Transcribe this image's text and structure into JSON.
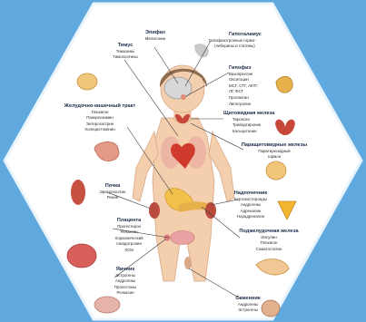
{
  "labels": {
    "epiphysis": {
      "title": "Эпифиз",
      "lines": [
        "Мелатонин"
      ]
    },
    "hypothalamus": {
      "title": "Гипоталамус",
      "lines": [
        "Гипофизотропные гормо-",
        "(либерины и статины)"
      ]
    },
    "thymus": {
      "title": "Тимус",
      "lines": [
        "Тимозины",
        "Тимопоэтины"
      ]
    },
    "hypophysis": {
      "title": "Гипофиз",
      "lines": [
        "Вазопрессин",
        "Окситоцин",
        "МСГ, СТГ, АКТГ,",
        "ЛГ, ФСГ",
        "Пролактин",
        "Липотропин"
      ]
    },
    "gi_tract": {
      "title": "Желудочно-кишечный тракт",
      "lines": [
        "Глюкагон",
        "Панкреозимин",
        "Энтерогастрин",
        "Холецистокинин"
      ]
    },
    "thyroid": {
      "title": "Щитовидная железа",
      "lines": [
        "Тироксин",
        "Трийодтиронин",
        "Кальцитонин"
      ]
    },
    "parathyroid": {
      "title": "Паращитовидные железы",
      "lines": [
        "Паратиреоидный",
        "гормон"
      ]
    },
    "kidney": {
      "title": "Почка",
      "lines": [
        "Эритропоэтин",
        "Ренин"
      ]
    },
    "adrenal": {
      "title": "Надпочечник",
      "lines": [
        "Кортикостероиды",
        "Андрогены",
        "Адреналин",
        "Норадреналин"
      ]
    },
    "placenta": {
      "title": "Плацента",
      "lines": [
        "Прогестерон",
        "Релаксин",
        "Хорионический",
        "гонадотропин",
        "ХСМ"
      ]
    },
    "pancreas": {
      "title": "Поджелудочная железа",
      "lines": [
        "Инсулин",
        "Глюкагон",
        "Соматостатин"
      ]
    },
    "ovaries": {
      "title": "Яичник",
      "lines": [
        "Эстрогены",
        "Андрогены",
        "Прогестины",
        "Релаксин"
      ]
    },
    "testes": {
      "title": "Семенник",
      "lines": [
        "Андрогены",
        "Эстрогены"
      ]
    }
  },
  "colors": {
    "background": "#5fa9df",
    "panel": "#ffffff",
    "skin": "#f3cfae",
    "line": "#3b3b3b",
    "heading": "#1b2a48"
  }
}
